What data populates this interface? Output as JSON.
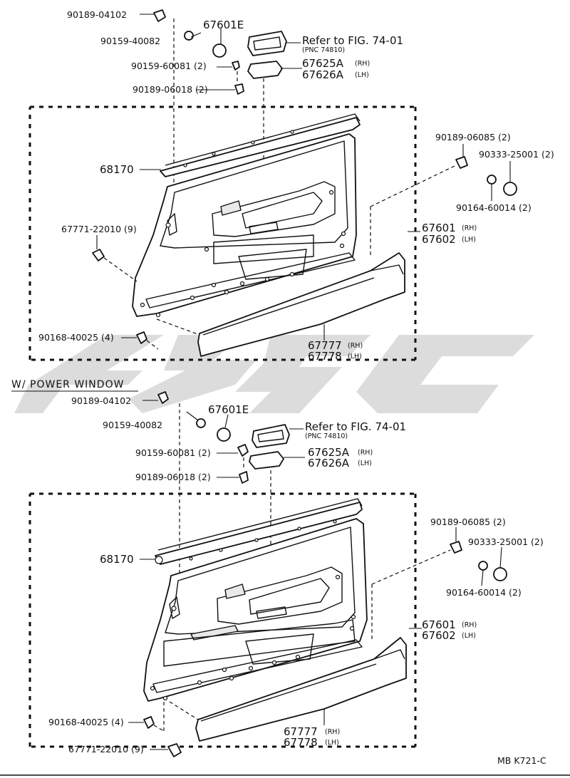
{
  "section_label": "W/ POWER WINDOW",
  "footer_code": "MB  K721-C",
  "upper": {
    "labels": [
      {
        "key": "u_90189_04102",
        "text": "90189-04102"
      },
      {
        "key": "u_90159_40082",
        "text": "90159-40082"
      },
      {
        "key": "u_67601e",
        "text": "67601E"
      },
      {
        "key": "u_refer",
        "text": "Refer to FIG. 74-01"
      },
      {
        "key": "u_pnc",
        "text": "(PNC 74810)"
      },
      {
        "key": "u_90159_60081",
        "text": "90159-60081 (2)"
      },
      {
        "key": "u_67625a",
        "text": "67625A"
      },
      {
        "key": "u_67626a",
        "text": "67626A"
      },
      {
        "key": "u_90189_06018",
        "text": "90189-06018 (2)"
      },
      {
        "key": "u_90189_06085",
        "text": "90189-06085 (2)"
      },
      {
        "key": "u_90333_25001",
        "text": "90333-25001 (2)"
      },
      {
        "key": "u_68170",
        "text": "68170"
      },
      {
        "key": "u_90164_60014",
        "text": "90164-60014 (2)"
      },
      {
        "key": "u_67771_22010",
        "text": "67771-22010 (9)"
      },
      {
        "key": "u_67601",
        "text": "67601"
      },
      {
        "key": "u_67602",
        "text": "67602"
      },
      {
        "key": "u_90168_40025",
        "text": "90168-40025 (4)"
      },
      {
        "key": "u_67777",
        "text": "67777"
      },
      {
        "key": "u_67778",
        "text": "67778"
      }
    ]
  },
  "lower": {
    "labels": [
      {
        "key": "l_90189_04102",
        "text": "90189-04102"
      },
      {
        "key": "l_67601e",
        "text": "67601E"
      },
      {
        "key": "l_90159_40082",
        "text": "90159-40082"
      },
      {
        "key": "l_refer",
        "text": "Refer to FIG. 74-01"
      },
      {
        "key": "l_pnc",
        "text": "(PNC 74810)"
      },
      {
        "key": "l_90159_60081",
        "text": "90159-60081 (2)"
      },
      {
        "key": "l_67625a",
        "text": "67625A"
      },
      {
        "key": "l_67626a",
        "text": "67626A"
      },
      {
        "key": "l_90189_06018",
        "text": "90189-06018 (2)"
      },
      {
        "key": "l_68170",
        "text": "68170"
      },
      {
        "key": "l_90189_06085",
        "text": "90189-06085 (2)"
      },
      {
        "key": "l_90333_25001",
        "text": "90333-25001 (2)"
      },
      {
        "key": "l_90164_60014",
        "text": "90164-60014 (2)"
      },
      {
        "key": "l_67601",
        "text": "67601"
      },
      {
        "key": "l_67602",
        "text": "67602"
      },
      {
        "key": "l_90168_40025",
        "text": "90168-40025 (4)"
      },
      {
        "key": "l_67777",
        "text": "67777"
      },
      {
        "key": "l_67778",
        "text": "67778"
      },
      {
        "key": "l_67771_22010",
        "text": "67771-22010 (9)"
      }
    ]
  },
  "suffix": {
    "rh": "(RH)",
    "lh": "(LH)"
  }
}
